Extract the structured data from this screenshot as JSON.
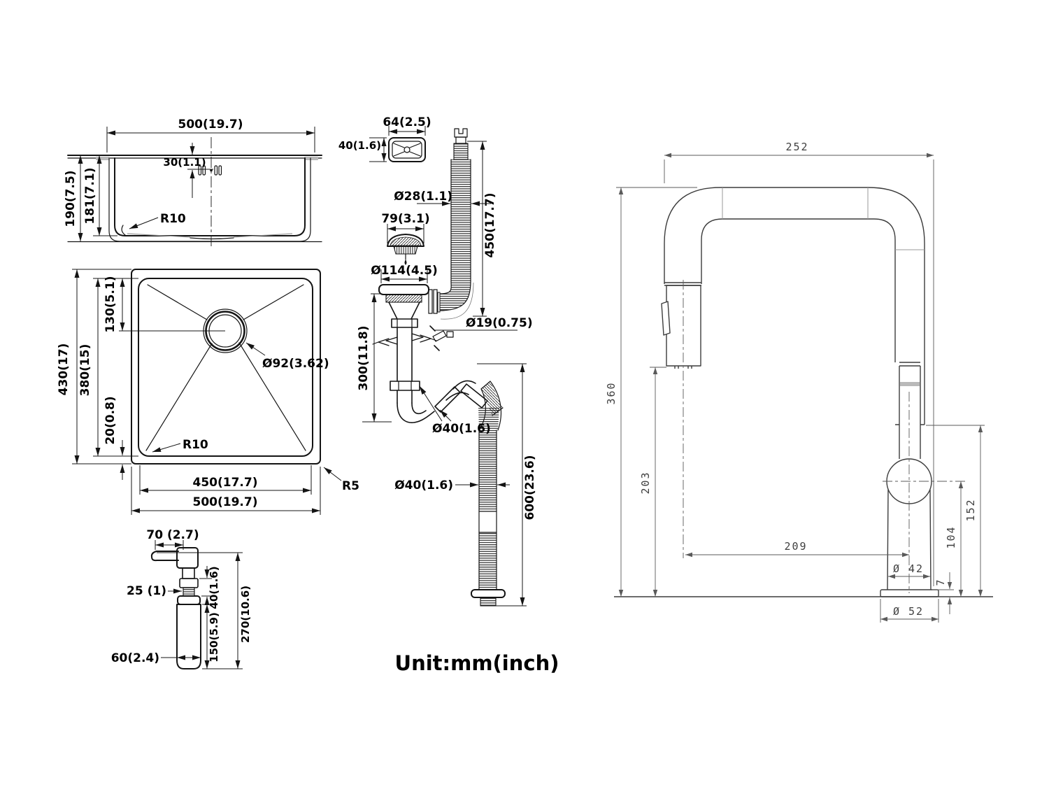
{
  "unit_label": "Unit:mm(inch)",
  "sink_side_view": {
    "top_width": "500(19.7)",
    "hole_offset": "30(1.1)",
    "outer_depth": "190(7.5)",
    "inner_depth": "181(7.1)",
    "corner_radius": "R10"
  },
  "sink_top_view": {
    "outer_length": "430(17)",
    "inner_length": "380(15)",
    "drain_offset": "130(5.1)",
    "edge_gap": "20(0.8)",
    "drain_diameter": "Ø92(3.62)",
    "corner_radius_inner": "R10",
    "inner_width": "450(17.7)",
    "outer_width": "500(19.7)",
    "corner_radius_outer": "R5"
  },
  "soap_dispenser": {
    "spout_length": "70 (2.7)",
    "thread_diameter": "25 (1)",
    "collar_height": "40(1.6)",
    "bottle_height": "150(5.9)",
    "overall_height": "270(10.6)",
    "bottle_diameter": "60(2.4)"
  },
  "drain_kit": {
    "overflow_width": "64(2.5)",
    "overflow_height": "40(1.6)",
    "overflow_hose_diameter": "Ø28(1.1)",
    "basket_diameter": "79(3.1)",
    "overflow_hose_length": "450(17.7)",
    "flange_diameter": "Ø114(4.5)",
    "trap_height": "300(11.8)",
    "inlet_diameter": "Ø19(0.75)",
    "trap_pipe_diameter": "Ø40(1.6)",
    "outlet_hose_diameter": "Ø40(1.6)",
    "outlet_hose_length": "600(23.6)"
  },
  "faucet": {
    "spout_reach": "252",
    "overall_height": "360",
    "spout_clearance": "203",
    "spout_to_body": "209",
    "handle_top_height": "152",
    "ball_center_height": "104",
    "body_diameter": "Ø 42",
    "base_plate_thickness": "7",
    "base_diameter": "Ø 52"
  }
}
